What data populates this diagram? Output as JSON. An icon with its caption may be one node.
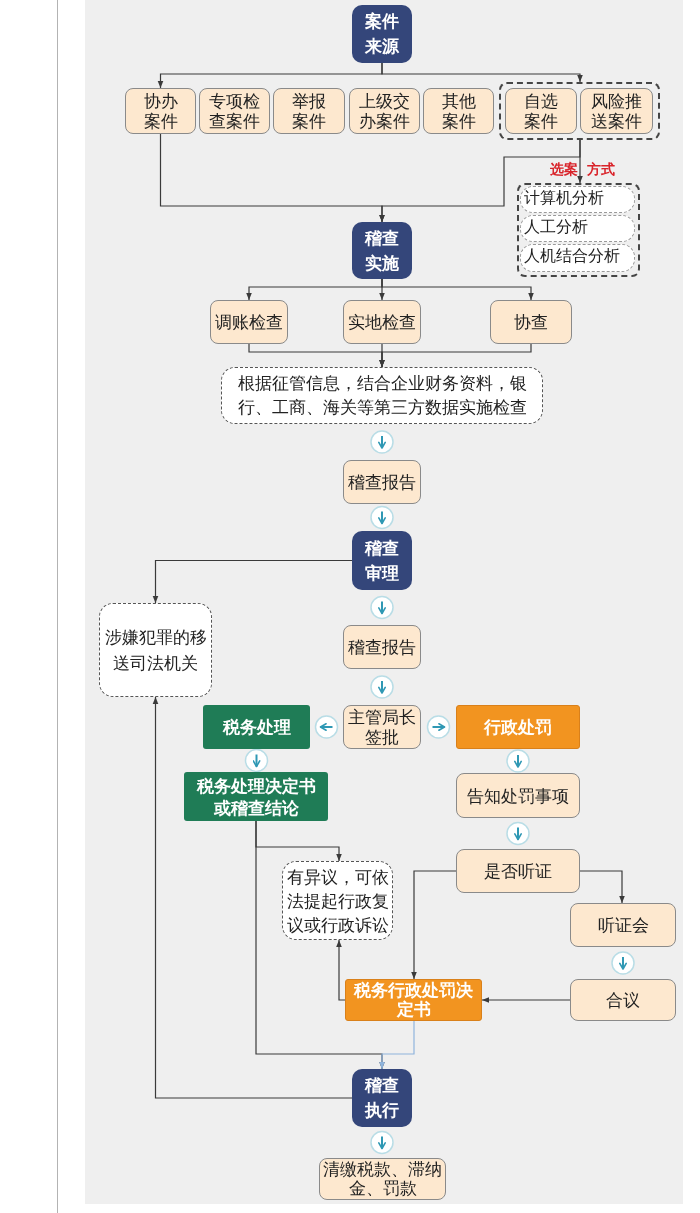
{
  "diagram": {
    "nodes": [
      {
        "text": [
          "案件来源"
        ]
      },
      {
        "text": [
          "协办案件"
        ]
      },
      {
        "text": [
          "专项检查案件"
        ]
      },
      {
        "text": [
          "举报案件"
        ]
      },
      {
        "text": [
          "上级交办案件"
        ]
      },
      {
        "text": [
          "其他案件"
        ]
      },
      {
        "text": [],
        "shape": "box"
      },
      {
        "text": [
          "自选案件"
        ],
        "in": 6
      },
      {
        "text": [
          "风险推送案件"
        ],
        "in": 6
      },
      {
        "text": [
          "选案 方式"
        ]
      },
      {
        "text": [
          "计算机分析"
        ],
        "in": 9
      },
      {
        "text": [
          "人工分析"
        ],
        "in": 9
      },
      {
        "text": [
          "人机结合分析"
        ],
        "in": 9
      },
      {
        "text": [
          "稽查实施"
        ]
      },
      {
        "text": [
          "调账检查"
        ]
      },
      {
        "text": [
          "实地检查"
        ]
      },
      {
        "text": [
          "协查"
        ]
      },
      {
        "text": [
          "根据征管信息，结合企业财务资料，银行、工商、海关等第三方数据实施检查"
        ]
      },
      {
        "text": [
          "稽查报告"
        ]
      },
      {
        "text": [
          "稽查审理"
        ]
      },
      {
        "text": [
          "涉嫌犯罪的移送司法机关"
        ]
      },
      {
        "text": [
          "稽查报告"
        ]
      },
      {
        "text": [
          "主管局长签批"
        ]
      },
      {
        "text": [
          "税务处理"
        ]
      },
      {
        "text": [
          "行政处罚"
        ]
      },
      {
        "text": [
          "税务处理决定书或稽查结论"
        ]
      },
      {
        "text": [
          "告知处罚事项"
        ]
      },
      {
        "text": [
          "有异议，可依法提起行政复议或行政诉讼"
        ]
      },
      {
        "text": [
          "是否听证"
        ]
      },
      {
        "text": [
          "听证会"
        ]
      },
      {
        "text": [
          "税务行政处罚决定书"
        ]
      },
      {
        "text": [
          "合议"
        ]
      },
      {
        "text": [
          "稽查执行"
        ]
      },
      {
        "text": [
          "清缴税款、滞纳金、罚款"
        ]
      }
    ],
    "edges": [
      {
        "from": 0,
        "to": 1,
        "arrow": "to"
      },
      {
        "from": 0,
        "to": 6,
        "arrow": "to"
      },
      {
        "from": 1,
        "to": 13,
        "arrow": "to"
      },
      {
        "from": 6,
        "to": 13,
        "arrow": "to"
      },
      {
        "from": 6,
        "to": 9,
        "arrow": "to"
      },
      {
        "from": 13,
        "to": 14,
        "arrow": "to"
      },
      {
        "from": 13,
        "to": 15,
        "arrow": "to"
      },
      {
        "from": 13,
        "to": 16,
        "arrow": "to"
      },
      {
        "from": 14,
        "to": 17,
        "arrow": "to"
      },
      {
        "from": 15,
        "to": 17,
        "arrow": "to"
      },
      {
        "from": 16,
        "to": 17,
        "arrow": "to"
      },
      {
        "from": 17,
        "to": 18,
        "arrow": "to",
        "color": "#2f98b4"
      },
      {
        "from": 18,
        "to": 19,
        "arrow": "to",
        "color": "#2f98b4"
      },
      {
        "from": 19,
        "to": 20,
        "arrow": "to"
      },
      {
        "from": 19,
        "to": 21,
        "arrow": "to",
        "color": "#2f98b4"
      },
      {
        "from": 21,
        "to": 22,
        "arrow": "to",
        "color": "#2f98b4"
      },
      {
        "from": 22,
        "to": 23,
        "arrow": "to",
        "color": "#2f98b4"
      },
      {
        "from": 22,
        "to": 24,
        "arrow": "to",
        "color": "#2f98b4"
      },
      {
        "from": 23,
        "to": 25,
        "arrow": "to",
        "color": "#2f98b4"
      },
      {
        "from": 24,
        "to": 26,
        "arrow": "to",
        "color": "#2f98b4"
      },
      {
        "from": 25,
        "to": 27,
        "arrow": "to"
      },
      {
        "from": 25,
        "to": 32,
        "arrow": "to"
      },
      {
        "from": 26,
        "to": 28,
        "arrow": "to",
        "color": "#2f98b4"
      },
      {
        "from": 28,
        "to": 29,
        "arrow": "to"
      },
      {
        "from": 28,
        "to": 30,
        "arrow": "to"
      },
      {
        "from": 29,
        "to": 31,
        "arrow": "to",
        "color": "#2f98b4"
      },
      {
        "from": 31,
        "to": 30,
        "arrow": "to"
      },
      {
        "from": 30,
        "to": 27,
        "arrow": "to"
      },
      {
        "from": 30,
        "to": 32,
        "arrow": "to",
        "color": "#8fb4dc"
      },
      {
        "from": 32,
        "to": 20,
        "arrow": "to"
      },
      {
        "from": 32,
        "to": 33,
        "arrow": "to",
        "color": "#2f98b4"
      }
    ]
  }
}
